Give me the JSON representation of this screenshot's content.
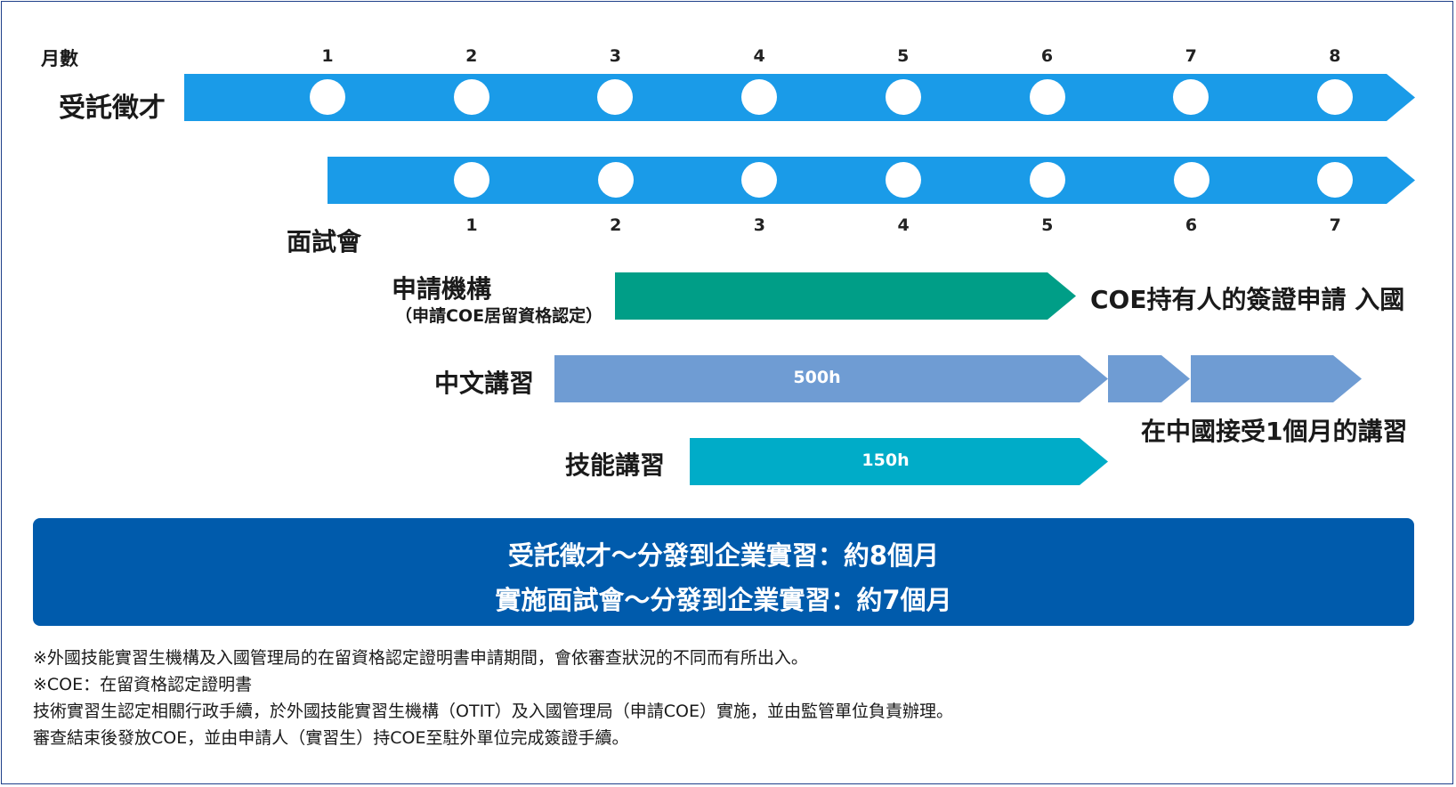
{
  "header": {
    "months_label": "月數"
  },
  "row_recruit": {
    "label": "受託徵才",
    "month_numbers": [
      "1",
      "2",
      "3",
      "4",
      "5",
      "6",
      "7",
      "8"
    ],
    "color": "#1a9be8"
  },
  "row_interview": {
    "label": "面試會",
    "month_numbers": [
      "1",
      "2",
      "3",
      "4",
      "5",
      "6",
      "7"
    ],
    "color": "#1a9be8"
  },
  "row_application": {
    "label": "申請機構",
    "sublabel": "（申請COE居留資格認定）",
    "right_text": "COE持有人的簽證申請 入國",
    "color": "#009e87"
  },
  "row_chinese": {
    "label": "中文講習",
    "bar_text": "500h",
    "below_text": "在中國接受1個月的講習",
    "color": "#6f9cd3"
  },
  "row_skill": {
    "label": "技能講習",
    "bar_text": "150h",
    "color": "#00acc8"
  },
  "summary": {
    "line1": "受託徵才～分發到企業實習：約8個月",
    "line2": "實施面試會～分發到企業實習：約7個月",
    "color": "#005bac"
  },
  "notes": [
    "※外國技能實習生機構及入國管理局的在留資格認定證明書申請期間，會依審查狀況的不同而有所出入。",
    "※COE：在留資格認定證明書",
    "技術實習生認定相關行政手續，於外國技能實習生機構（OTIT）及入國管理局（申請COE）實施，並由監管單位負責辦理。",
    "審查結束後發放COE，並由申請人（實習生）持COE至駐外單位完成簽證手續。"
  ]
}
